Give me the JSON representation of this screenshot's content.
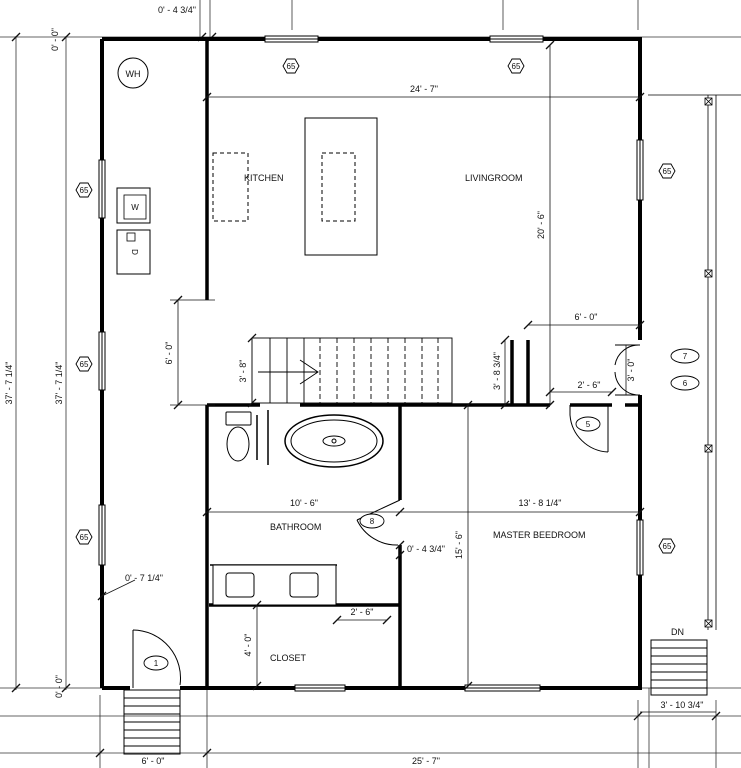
{
  "rooms": {
    "kitchen": "KITCHEN",
    "living": "LIVINGROOM",
    "bathroom": "BATHROOM",
    "closet": "CLOSET",
    "master": "MASTER BEEDROOM"
  },
  "fixtures": {
    "water_heater": "WH",
    "washer": "W",
    "dryer": "D",
    "stair_down": "DN"
  },
  "dimensions": {
    "top_offset": "0' - 4 3/4\"",
    "zero_top": "0' - 0\"",
    "zero_bottom": "0' - 0\"",
    "left_total": "37' - 7 1/4\"",
    "left_total_outer": "37' - 7 1/4\"",
    "living_width": "24' - 7\"",
    "living_height": "20' - 6\"",
    "hall_width": "6' - 0\"",
    "stair_run": "6' - 0\"",
    "stair_height": "3' - 8\"",
    "wall_seg": "3' - 8 3/4\"",
    "door_gap": "3' - 0\"",
    "bath_door": "2' - 6\"",
    "bath_width": "10' - 6\"",
    "master_width": "13' - 8 1/4\"",
    "master_height": "15' - 6\"",
    "bath_offset": "0' - 4 3/4\"",
    "entry_offset": "0' - 7 1/4\"",
    "closet_door": "2' - 6\"",
    "closet_height": "4' - 0\"",
    "porch_width": "3' - 10 3/4\"",
    "entry_stair": "6' - 0\"",
    "bottom_total": "25' - 7\""
  },
  "tags": {
    "window": "65",
    "door_entry": "1",
    "door_back": "5",
    "door_bath": "8",
    "exterior_6": "6",
    "exterior_7": "7"
  }
}
